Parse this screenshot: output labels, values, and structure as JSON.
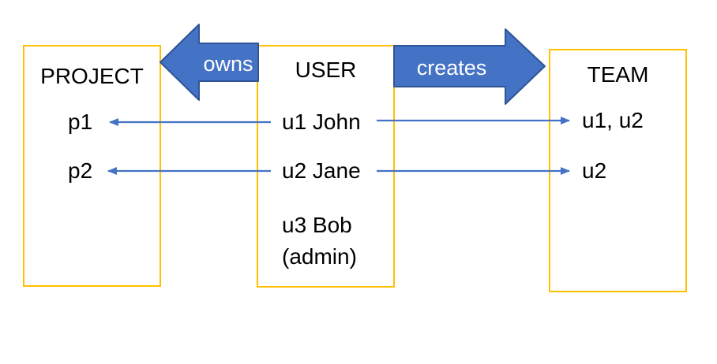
{
  "colors": {
    "background": "#ffffff",
    "box_border": "#ffc000",
    "block_arrow_fill": "#4472c4",
    "block_arrow_border": "#2f5597",
    "connector_blue": "#4472c4",
    "label_text": "#000000",
    "arrow_label_text": "#ffffff"
  },
  "entities": {
    "project": {
      "title": "PROJECT",
      "rows": [
        "p1",
        "p2"
      ]
    },
    "user": {
      "title": "USER",
      "rows": [
        "u1 John",
        "u2 Jane",
        "u3 Bob",
        "(admin)"
      ]
    },
    "team": {
      "title": "TEAM",
      "rows": [
        "u1, u2",
        "u2"
      ]
    }
  },
  "relations": {
    "owns": {
      "label": "owns",
      "points_from": "USER",
      "points_to": "PROJECT",
      "direction": "left"
    },
    "creates": {
      "label": "creates",
      "points_from": "USER",
      "points_to": "TEAM",
      "direction": "right"
    }
  },
  "connectors": [
    {
      "from": "u1 John",
      "to": "p1",
      "direction": "left"
    },
    {
      "from": "u2 Jane",
      "to": "p2",
      "direction": "left"
    },
    {
      "from": "u1 John",
      "to": "u1, u2",
      "direction": "right"
    },
    {
      "from": "u2 Jane",
      "to": "u2",
      "direction": "right"
    }
  ]
}
